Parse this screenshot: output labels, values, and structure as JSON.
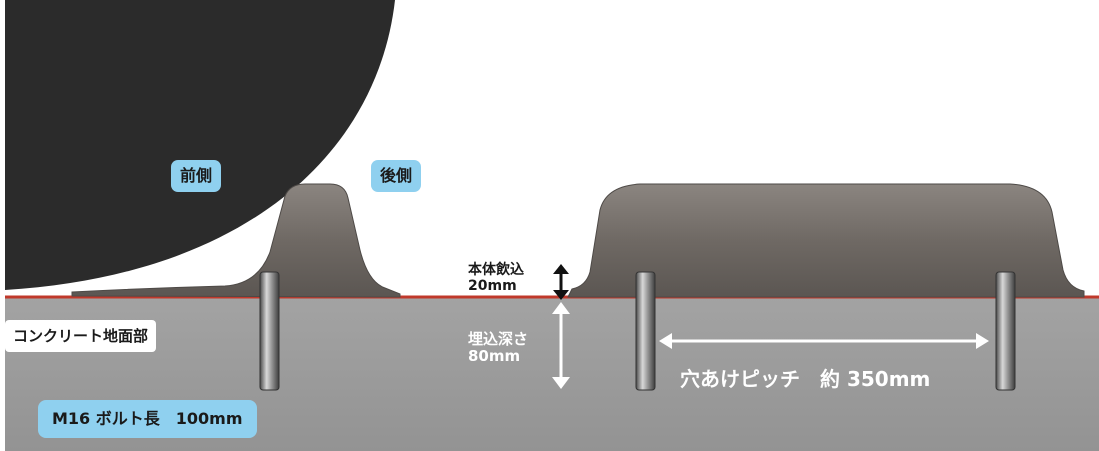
{
  "labels": {
    "front": "前側",
    "rear": "後側",
    "concrete": "コンクリート地面部",
    "embed_body_line1": "本体飲込",
    "embed_body_line2": "20mm",
    "embed_depth_line1": "埋込深さ",
    "embed_depth_line2": "80mm",
    "hole_pitch": "穴あけピッチ　約 350mm",
    "bolt": "M16 ボルト長　100mm"
  },
  "colors": {
    "ground": "#9b9b9b",
    "ground_line": "#c0392b",
    "tire": "#2b2b2b",
    "block": "#6e6965",
    "badge": "#8fd0ef",
    "arrow_white": "#ffffff",
    "arrow_dark": "#111111"
  }
}
